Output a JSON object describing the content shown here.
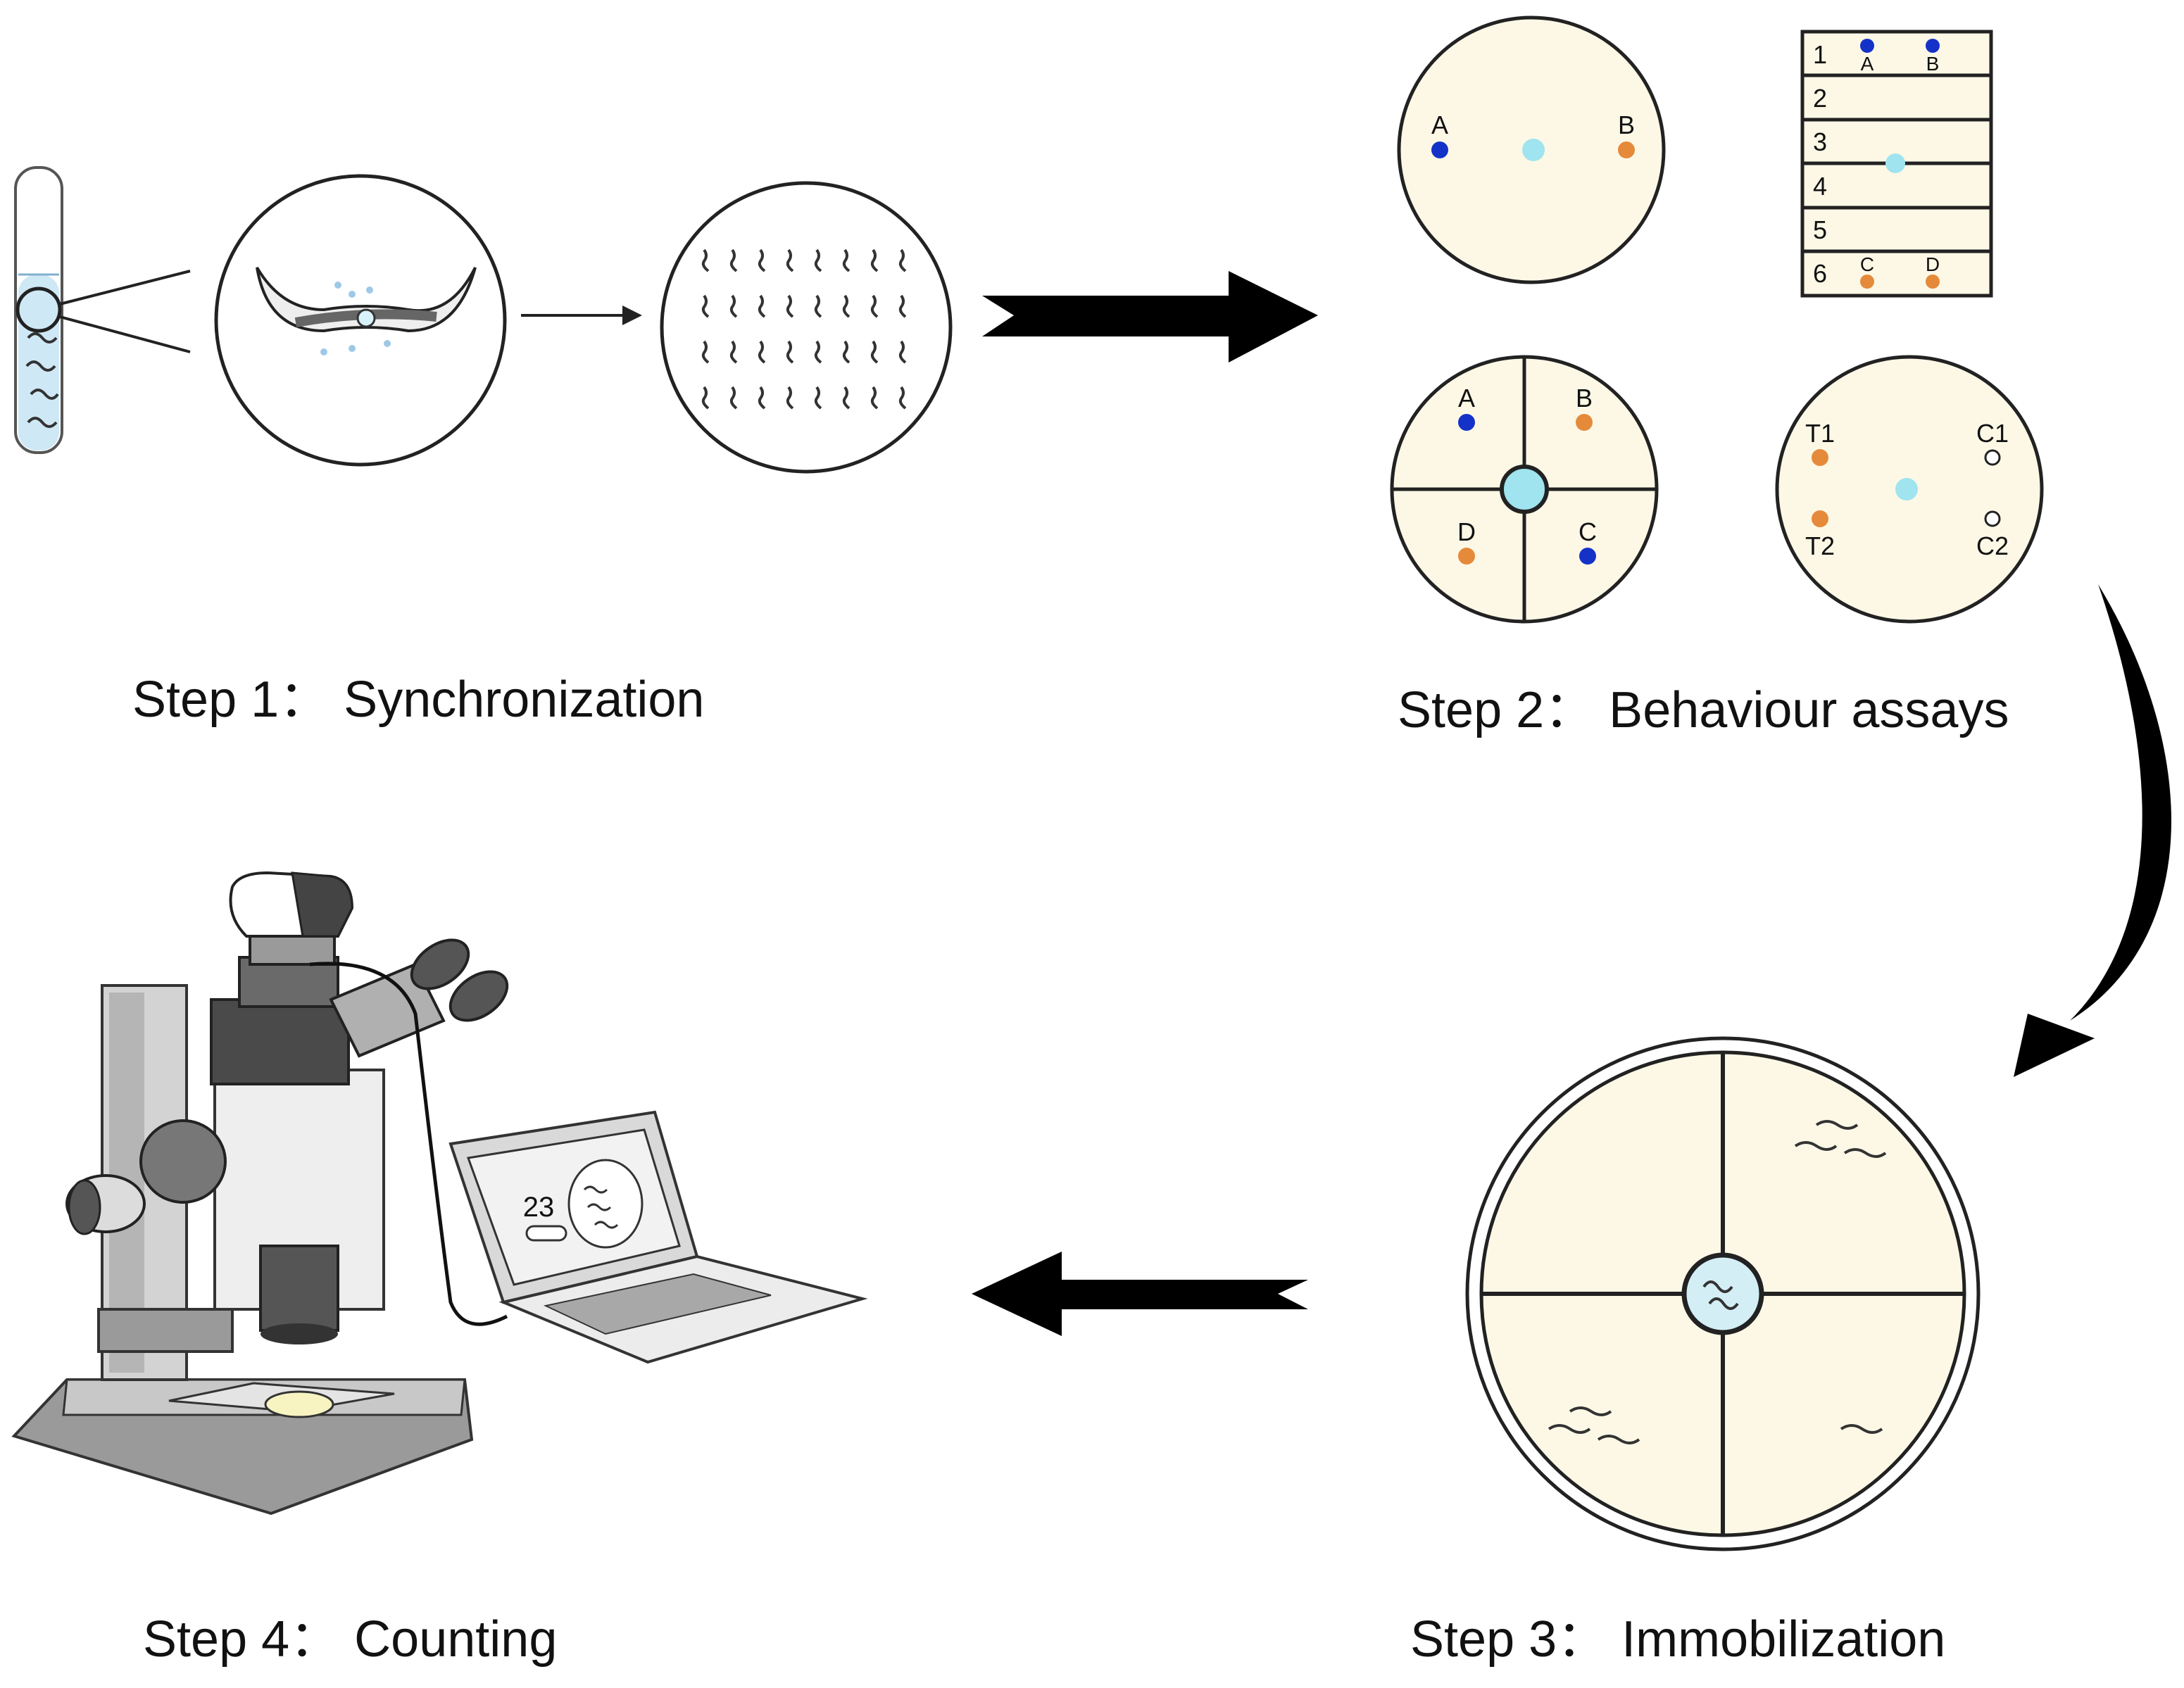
{
  "steps": [
    {
      "id": "step1",
      "label": "Step 1： Synchronization"
    },
    {
      "id": "step2",
      "label": "Step 2： Behaviour assays"
    },
    {
      "id": "step3",
      "label": "Step 3： Immobilization"
    },
    {
      "id": "step4",
      "label": "Step 4： Counting"
    }
  ],
  "assays": {
    "two_point": {
      "left": "A",
      "right": "B"
    },
    "six_lane": {
      "lanes": [
        "1",
        "2",
        "3",
        "4",
        "5",
        "6"
      ],
      "top_spots": [
        "A",
        "B"
      ],
      "bottom_spots": [
        "C",
        "D"
      ]
    },
    "four_quadrant": {
      "q1": "A",
      "q2": "B",
      "q3": "D",
      "q4": "C"
    },
    "test_control": {
      "t1": "T1",
      "t2": "T2",
      "c1": "C1",
      "c2": "C2"
    }
  },
  "laptop_screen": {
    "count": "23"
  },
  "colors": {
    "plate_fill": "#fdf8e6",
    "blue_spot": "#1532c8",
    "orange_spot": "#e58a3a",
    "center_spot": "#9fe4ee",
    "arrow": "#000000",
    "tube_liquid": "#cfe8f5"
  }
}
